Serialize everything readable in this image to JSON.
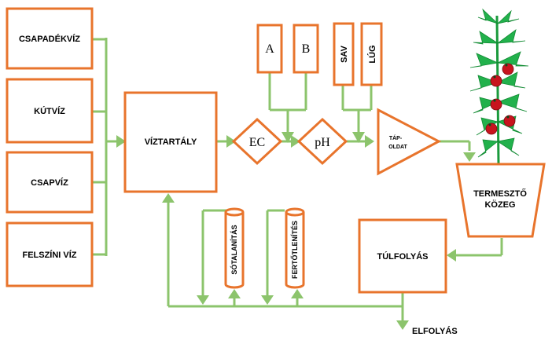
{
  "sources": {
    "rain": "CSAPADÉKVÍZ",
    "well": "KÚTVÍZ",
    "tap": "CSAPVÍZ",
    "surface": "FELSZÍNI VÍZ"
  },
  "tank": "VÍZTARTÁLY",
  "ec": "EC",
  "ph": "pH",
  "nutrient_a": "A",
  "nutrient_b": "B",
  "acid": "SAV",
  "base": "LÚG",
  "solution": [
    "TÁP-",
    "OLDAT"
  ],
  "medium": [
    "TERMESZTŐ",
    "KÖZEG"
  ],
  "overflow": "TÚLFOLYÁS",
  "desalination": "SÓTALANÍTÁS",
  "disinfection": "FERTŐTLENÍTÉS",
  "drain": "ELFOLYÁS",
  "colors": {
    "box_outline": "#e8742c",
    "pipe": "#8cc46c",
    "plant_leaf": "#22b14c",
    "tomato": "#c8141e"
  }
}
